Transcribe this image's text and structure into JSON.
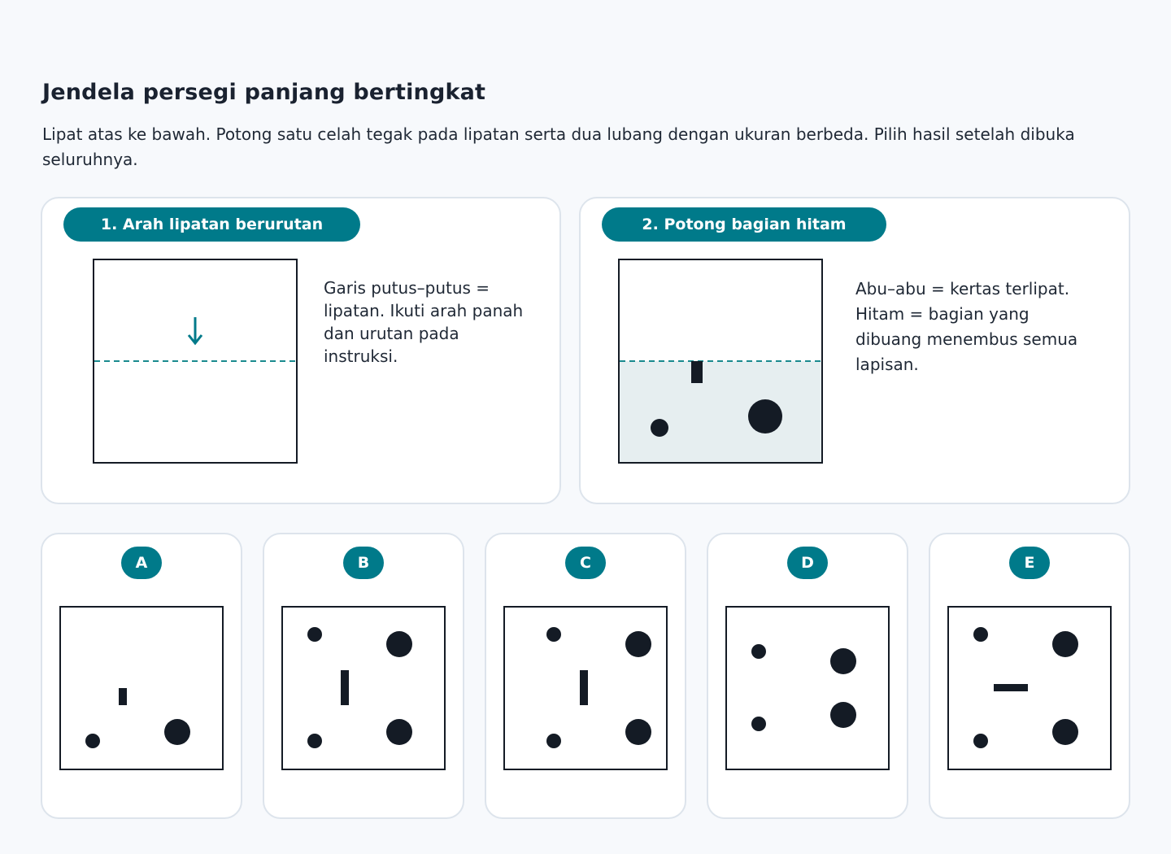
{
  "header": {
    "title": "Jendela persegi panjang bertingkat",
    "instruction": "Lipat atas ke bawah. Potong satu celah tegak pada lipatan serta dua lubang dengan ukuran berbeda. Pilih hasil setelah dibuka seluruhnya."
  },
  "step1": {
    "label": "1. Arah lipatan berurutan",
    "note": "Garis putus–putus = lipatan. Ikuti arah panah dan urutan pada instruksi."
  },
  "step2": {
    "label": "2. Potong bagian hitam",
    "note": "Abu–abu = kertas terlipat. Hitam = bagian yang dibuang menembus semua lapisan."
  },
  "options": [
    {
      "letter": "A"
    },
    {
      "letter": "B"
    },
    {
      "letter": "C"
    },
    {
      "letter": "D"
    },
    {
      "letter": "E"
    }
  ],
  "colors": {
    "accent": "#007a8a",
    "ink": "#141b25",
    "folded_paper": "#e6eef0",
    "fold_line": "#1a8a8f"
  }
}
